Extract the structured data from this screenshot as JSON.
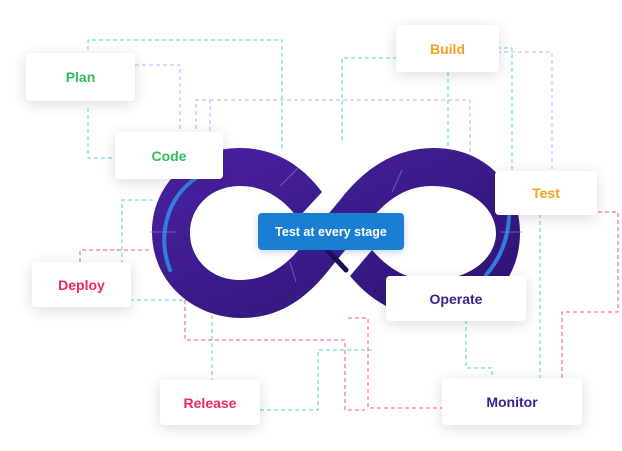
{
  "colors": {
    "green": "#2fbd5f",
    "orange": "#f5a01e",
    "pink": "#f4245d",
    "purple": "#3d1f8c",
    "loop_purple": "#3f1b8f",
    "loop_light": "#5b2fb5",
    "blue_chip": "#1a7fd3",
    "dash_teal": "#4fd6cf",
    "dash_violet": "#c9a8ff",
    "dash_pink": "#f4567f"
  },
  "stages": {
    "plan": {
      "label": "Plan",
      "color": "green"
    },
    "code": {
      "label": "Code",
      "color": "green"
    },
    "build": {
      "label": "Build",
      "color": "orange"
    },
    "test": {
      "label": "Test",
      "color": "orange"
    },
    "deploy": {
      "label": "Deploy",
      "color": "pink"
    },
    "release": {
      "label": "Release",
      "color": "pink"
    },
    "operate": {
      "label": "Operate",
      "color": "purple"
    },
    "monitor": {
      "label": "Monitor",
      "color": "purple"
    }
  },
  "center_label": "Test at every stage"
}
